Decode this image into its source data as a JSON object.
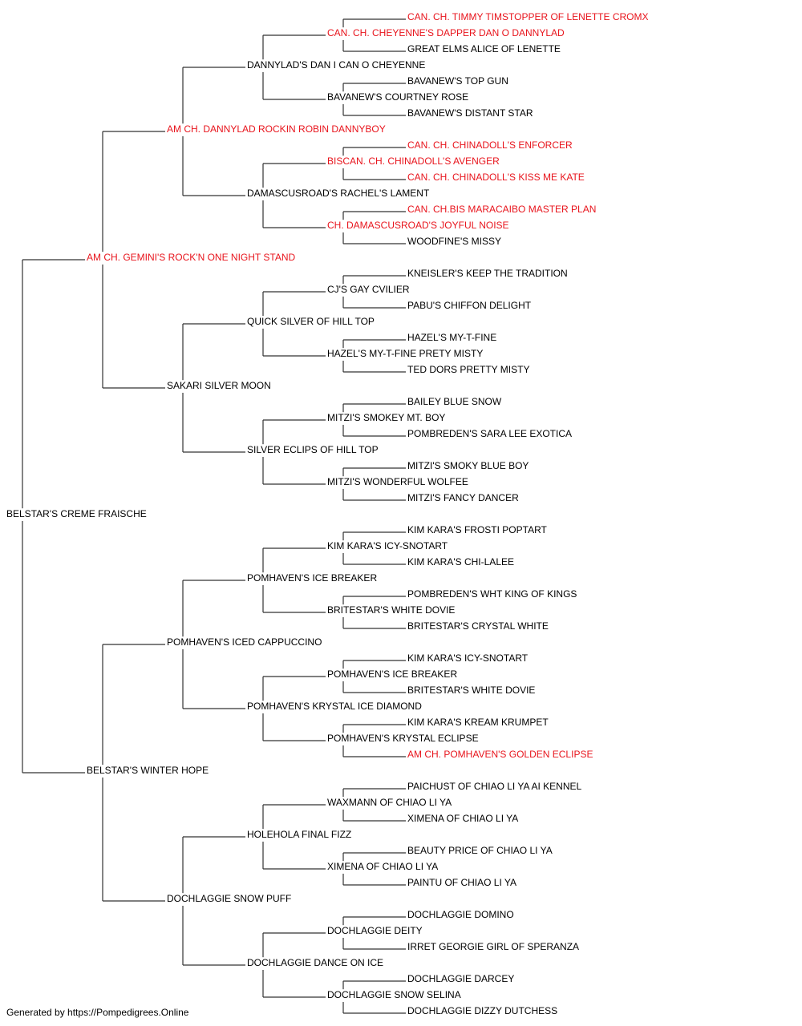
{
  "colors": {
    "champion": "#e8141c",
    "normal": "#000000",
    "line": "#333333"
  },
  "footer": "Generated by https://Pompedigrees.Online",
  "pedigree": [
    {
      "label": "BELSTAR'S CREME FRAISCHE",
      "gen": 0,
      "row": 31,
      "champion": false
    },
    {
      "label": "AM CH. GEMINI'S ROCK'N ONE NIGHT STAND",
      "gen": 1,
      "row": 15,
      "champion": true,
      "parent": 0
    },
    {
      "label": "BELSTAR'S WINTER HOPE",
      "gen": 1,
      "row": 47,
      "champion": false,
      "parent": 0
    },
    {
      "label": "AM CH. DANNYLAD ROCKIN ROBIN DANNYBOY",
      "gen": 2,
      "row": 7,
      "champion": true,
      "parent": 1
    },
    {
      "label": "SAKARI SILVER MOON",
      "gen": 2,
      "row": 23,
      "champion": false,
      "parent": 1
    },
    {
      "label": "POMHAVEN'S ICED CAPPUCCINO",
      "gen": 2,
      "row": 39,
      "champion": false,
      "parent": 2
    },
    {
      "label": "DOCHLAGGIE SNOW PUFF",
      "gen": 2,
      "row": 55,
      "champion": false,
      "parent": 2
    },
    {
      "label": "DANNYLAD'S DAN I CAN O CHEYENNE",
      "gen": 3,
      "row": 3,
      "champion": false,
      "parent": 3
    },
    {
      "label": "DAMASCUSROAD'S RACHEL'S LAMENT",
      "gen": 3,
      "row": 11,
      "champion": false,
      "parent": 3
    },
    {
      "label": "QUICK SILVER OF HILL TOP",
      "gen": 3,
      "row": 19,
      "champion": false,
      "parent": 4
    },
    {
      "label": "SILVER ECLIPS OF HILL TOP",
      "gen": 3,
      "row": 27,
      "champion": false,
      "parent": 4
    },
    {
      "label": "POMHAVEN'S ICE BREAKER",
      "gen": 3,
      "row": 35,
      "champion": false,
      "parent": 5
    },
    {
      "label": "POMHAVEN'S KRYSTAL ICE DIAMOND",
      "gen": 3,
      "row": 43,
      "champion": false,
      "parent": 5
    },
    {
      "label": "HOLEHOLA FINAL FIZZ",
      "gen": 3,
      "row": 51,
      "champion": false,
      "parent": 6
    },
    {
      "label": "DOCHLAGGIE DANCE ON ICE",
      "gen": 3,
      "row": 59,
      "champion": false,
      "parent": 6
    },
    {
      "label": "CAN. CH. CHEYENNE'S DAPPER DAN O DANNYLAD",
      "gen": 4,
      "row": 1,
      "champion": true,
      "parent": 7
    },
    {
      "label": "BAVANEW'S COURTNEY ROSE",
      "gen": 4,
      "row": 5,
      "champion": false,
      "parent": 7
    },
    {
      "label": "BISCAN. CH. CHINADOLL'S AVENGER",
      "gen": 4,
      "row": 9,
      "champion": true,
      "parent": 8
    },
    {
      "label": "CH. DAMASCUSROAD'S JOYFUL NOISE",
      "gen": 4,
      "row": 13,
      "champion": true,
      "parent": 8
    },
    {
      "label": "CJ'S GAY CVILIER",
      "gen": 4,
      "row": 17,
      "champion": false,
      "parent": 9
    },
    {
      "label": "HAZEL'S MY-T-FINE PRETY MISTY",
      "gen": 4,
      "row": 21,
      "champion": false,
      "parent": 9
    },
    {
      "label": "MITZI'S SMOKEY MT. BOY",
      "gen": 4,
      "row": 25,
      "champion": false,
      "parent": 10
    },
    {
      "label": "MITZI'S WONDERFUL WOLFEE",
      "gen": 4,
      "row": 29,
      "champion": false,
      "parent": 10
    },
    {
      "label": "KIM KARA'S ICY-SNOTART",
      "gen": 4,
      "row": 33,
      "champion": false,
      "parent": 11
    },
    {
      "label": "BRITESTAR'S WHITE DOVIE",
      "gen": 4,
      "row": 37,
      "champion": false,
      "parent": 11
    },
    {
      "label": "POMHAVEN'S ICE BREAKER",
      "gen": 4,
      "row": 41,
      "champion": false,
      "parent": 12
    },
    {
      "label": "POMHAVEN'S KRYSTAL ECLIPSE",
      "gen": 4,
      "row": 45,
      "champion": false,
      "parent": 12
    },
    {
      "label": "WAXMANN OF CHIAO LI YA",
      "gen": 4,
      "row": 49,
      "champion": false,
      "parent": 13
    },
    {
      "label": "XIMENA OF CHIAO LI YA",
      "gen": 4,
      "row": 53,
      "champion": false,
      "parent": 13
    },
    {
      "label": "DOCHLAGGIE DEITY",
      "gen": 4,
      "row": 57,
      "champion": false,
      "parent": 14
    },
    {
      "label": "DOCHLAGGIE SNOW SELINA",
      "gen": 4,
      "row": 61,
      "champion": false,
      "parent": 14
    },
    {
      "label": "CAN. CH. TIMMY TIMSTOPPER OF LENETTE CROMX",
      "gen": 5,
      "row": 0,
      "champion": true,
      "parent": 15
    },
    {
      "label": "GREAT ELMS ALICE OF LENETTE",
      "gen": 5,
      "row": 2,
      "champion": false,
      "parent": 15
    },
    {
      "label": "BAVANEW'S TOP GUN",
      "gen": 5,
      "row": 4,
      "champion": false,
      "parent": 16
    },
    {
      "label": "BAVANEW'S DISTANT STAR",
      "gen": 5,
      "row": 6,
      "champion": false,
      "parent": 16
    },
    {
      "label": "CAN. CH. CHINADOLL'S ENFORCER",
      "gen": 5,
      "row": 8,
      "champion": true,
      "parent": 17
    },
    {
      "label": "CAN. CH. CHINADOLL'S KISS ME KATE",
      "gen": 5,
      "row": 10,
      "champion": true,
      "parent": 17
    },
    {
      "label": "CAN. CH.BIS MARACAIBO MASTER PLAN",
      "gen": 5,
      "row": 12,
      "champion": true,
      "parent": 18
    },
    {
      "label": "WOODFINE'S MISSY",
      "gen": 5,
      "row": 14,
      "champion": false,
      "parent": 18
    },
    {
      "label": "KNEISLER'S KEEP THE TRADITION",
      "gen": 5,
      "row": 16,
      "champion": false,
      "parent": 19
    },
    {
      "label": "PABU'S CHIFFON DELIGHT",
      "gen": 5,
      "row": 18,
      "champion": false,
      "parent": 19
    },
    {
      "label": "HAZEL'S MY-T-FINE",
      "gen": 5,
      "row": 20,
      "champion": false,
      "parent": 20
    },
    {
      "label": "TED DORS PRETTY MISTY",
      "gen": 5,
      "row": 22,
      "champion": false,
      "parent": 20
    },
    {
      "label": "BAILEY BLUE SNOW",
      "gen": 5,
      "row": 24,
      "champion": false,
      "parent": 21
    },
    {
      "label": "POMBREDEN'S SARA LEE EXOTICA",
      "gen": 5,
      "row": 26,
      "champion": false,
      "parent": 21
    },
    {
      "label": "MITZI'S SMOKY BLUE BOY",
      "gen": 5,
      "row": 28,
      "champion": false,
      "parent": 22
    },
    {
      "label": "MITZI'S FANCY DANCER",
      "gen": 5,
      "row": 30,
      "champion": false,
      "parent": 22
    },
    {
      "label": "KIM KARA'S FROSTI POPTART",
      "gen": 5,
      "row": 32,
      "champion": false,
      "parent": 23
    },
    {
      "label": "KIM KARA'S CHI-LALEE",
      "gen": 5,
      "row": 34,
      "champion": false,
      "parent": 23
    },
    {
      "label": "POMBREDEN'S WHT KING OF KINGS",
      "gen": 5,
      "row": 36,
      "champion": false,
      "parent": 24
    },
    {
      "label": "BRITESTAR'S CRYSTAL WHITE",
      "gen": 5,
      "row": 38,
      "champion": false,
      "parent": 24
    },
    {
      "label": "KIM KARA'S ICY-SNOTART",
      "gen": 5,
      "row": 40,
      "champion": false,
      "parent": 25
    },
    {
      "label": "BRITESTAR'S WHITE DOVIE",
      "gen": 5,
      "row": 42,
      "champion": false,
      "parent": 25
    },
    {
      "label": "KIM KARA'S KREAM KRUMPET",
      "gen": 5,
      "row": 44,
      "champion": false,
      "parent": 26
    },
    {
      "label": "AM CH. POMHAVEN'S GOLDEN ECLIPSE",
      "gen": 5,
      "row": 46,
      "champion": true,
      "parent": 26
    },
    {
      "label": "PAICHUST OF CHIAO LI YA AI KENNEL",
      "gen": 5,
      "row": 48,
      "champion": false,
      "parent": 27
    },
    {
      "label": "XIMENA OF CHIAO LI YA",
      "gen": 5,
      "row": 50,
      "champion": false,
      "parent": 27
    },
    {
      "label": "BEAUTY PRICE OF CHIAO LI YA",
      "gen": 5,
      "row": 52,
      "champion": false,
      "parent": 28
    },
    {
      "label": "PAINTU OF CHIAO LI YA",
      "gen": 5,
      "row": 54,
      "champion": false,
      "parent": 28
    },
    {
      "label": "DOCHLAGGIE DOMINO",
      "gen": 5,
      "row": 56,
      "champion": false,
      "parent": 29
    },
    {
      "label": "IRRET GEORGIE GIRL OF SPERANZA",
      "gen": 5,
      "row": 58,
      "champion": false,
      "parent": 29
    },
    {
      "label": "DOCHLAGGIE DARCEY",
      "gen": 5,
      "row": 60,
      "champion": false,
      "parent": 30
    },
    {
      "label": "DOCHLAGGIE DIZZY DUTCHESS",
      "gen": 5,
      "row": 62,
      "champion": false,
      "parent": 30
    }
  ]
}
